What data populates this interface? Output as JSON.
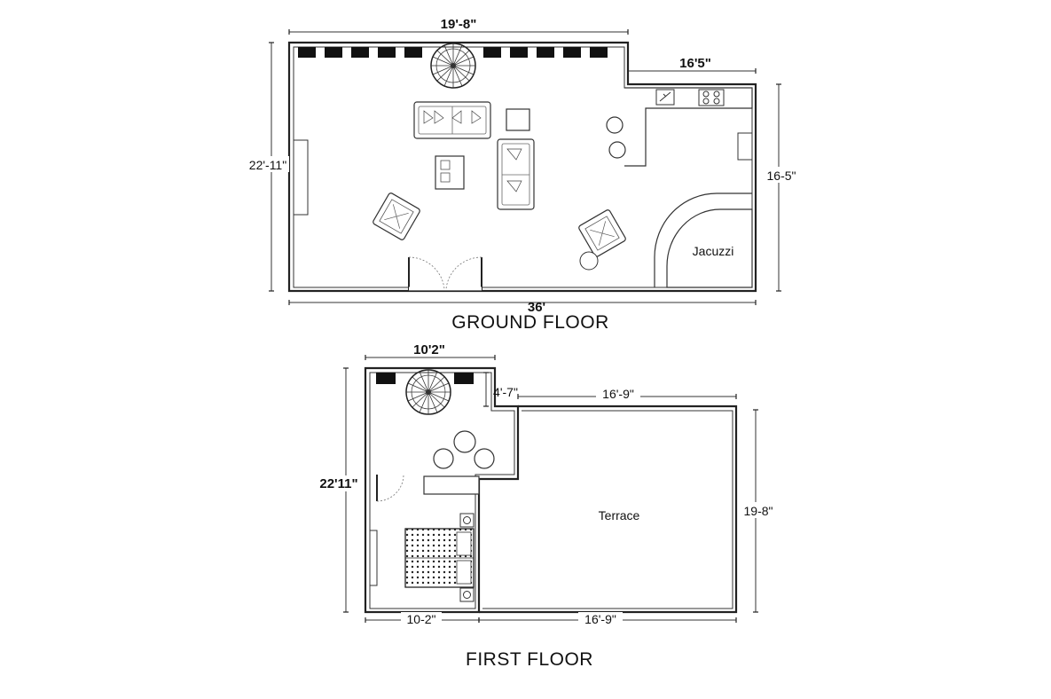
{
  "ground_floor": {
    "title": "GROUND FLOOR",
    "dim_top": "19'-8\"",
    "dim_kitchen": "16'5\"",
    "dim_left": "22'-11\"",
    "dim_right": "16-5\"",
    "dim_bottom": "36'",
    "room_jacuzzi": "Jacuzzi"
  },
  "first_floor": {
    "title": "FIRST FLOOR",
    "dim_top": "10'2\"",
    "dim_small": "4'-7\"",
    "dim_terrace_top": "16'-9\"",
    "dim_left": "22'11\"",
    "dim_right": "19-8\"",
    "dim_bottom_left": "10-2\"",
    "dim_bottom_right": "16'-9\"",
    "room_terrace": "Terrace"
  }
}
